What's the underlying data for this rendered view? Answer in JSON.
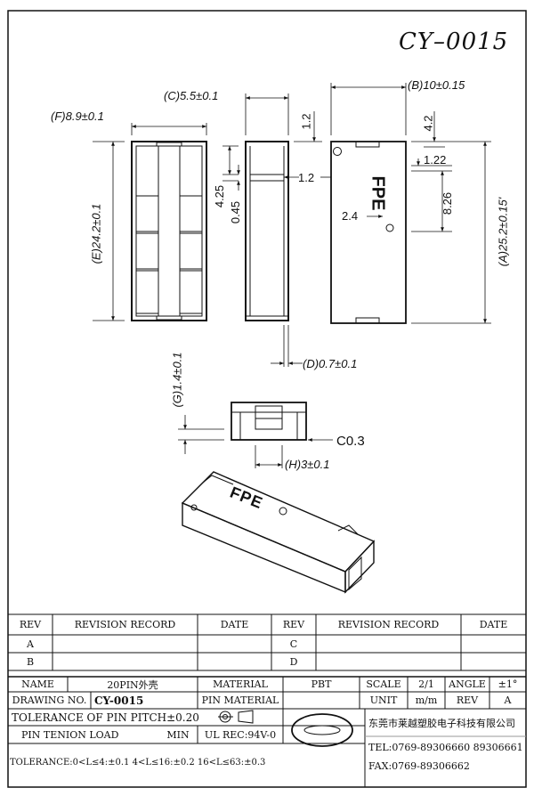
{
  "drawing": {
    "part_no": "CY–0015",
    "dims": {
      "F": "(F)8.9±0.1",
      "C": "(C)5.5±0.1",
      "B": "(B)10±0.15",
      "E": "(E)24.2±0.1",
      "A": "(A)25.2±0.15'",
      "D": "(D)0.7±0.1",
      "G": "(G)1.4±0.1",
      "H": "(H)3±0.1",
      "c03": "C0.3",
      "d_12a": "1.2",
      "d_12b": "1.2",
      "d_425": "4.25",
      "d_045": "0.45",
      "d_42": "4.2",
      "d_122": "1.22",
      "d_826": "8.26",
      "d_24": "2.4"
    },
    "logo_text": "FPE"
  },
  "revision_table": {
    "headers": [
      "REV",
      "REVISION RECORD",
      "DATE",
      "REV",
      "REVISION RECORD",
      "DATE"
    ],
    "rows": [
      [
        "A",
        "",
        "",
        "C",
        "",
        ""
      ],
      [
        "B",
        "",
        "",
        "D",
        "",
        ""
      ]
    ]
  },
  "title_block": {
    "name_label": "NAME",
    "name_value": "20PIN外壳",
    "material_label": "MATERIAL",
    "material_value": "PBT",
    "scale_label": "SCALE",
    "scale_value": "2/1",
    "angle_label": "ANGLE",
    "angle_value": "±1°",
    "drawing_no_label": "DRAWING NO.",
    "drawing_no_value": "CY-0015",
    "pin_material_label": "PIN MATERIAL",
    "unit_label": "UNIT",
    "unit_value": "m/m",
    "rev_label": "REV",
    "rev_value": "A",
    "pitch_tolerance": "TOLERANCE OF PIN PITCH±0.20",
    "pin_tenion": "PIN TENION LOAD",
    "min_label": "MIN",
    "ul_rec": "UL REC:94V-0",
    "tolerance_general": "TOLERANCE:0<L≤4:±0.1  4<L≤16:±0.2  16<L≤63:±0.3",
    "company": "东莞市莱越塑胶电子科技有限公司",
    "tel": "TEL:0769-89306660  89306661",
    "fax": "FAX:0769-89306662"
  }
}
